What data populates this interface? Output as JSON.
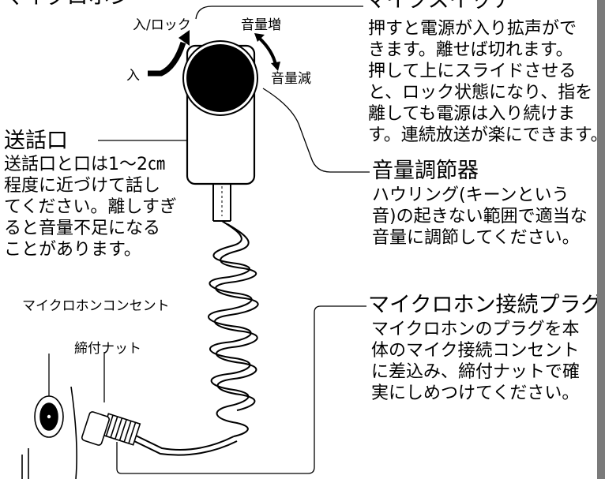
{
  "header_partial": "マイクロホン",
  "mic_labels": {
    "on_lock": "入/ロック",
    "on": "入",
    "volume_up": "音量増",
    "volume_down": "音量減"
  },
  "mic_switch": {
    "title": "マイクスイッチ",
    "lines": [
      "押すと電源が入り拡声がで",
      "きます。離せば切れます。",
      "押して上にスライドさせる",
      "と、ロック状態になり、指を",
      "離しても電源は入り続けま",
      "す。連続放送が楽にできます。"
    ]
  },
  "mouthpiece": {
    "title": "送話口",
    "lines": [
      "送話口と口は1～2㎝",
      "程度に近づけて話し",
      "てください。離しすぎ",
      "ると音量不足になる",
      "ことがあります。"
    ]
  },
  "volume_control": {
    "title": "音量調節器",
    "lines": [
      "ハウリング(キーンという",
      "音)の起きない範囲で適当な",
      "音量に調節してください。"
    ]
  },
  "plug": {
    "title": "マイクロホン接続プラグ",
    "lines": [
      "マイクロホンのプラグを本",
      "体のマイク接続コンセント",
      "に差込み、締付ナットで確",
      "実にしめつけてください。"
    ]
  },
  "outlet_label": "マイクロホンコンセント",
  "nut_label": "締付ナット"
}
